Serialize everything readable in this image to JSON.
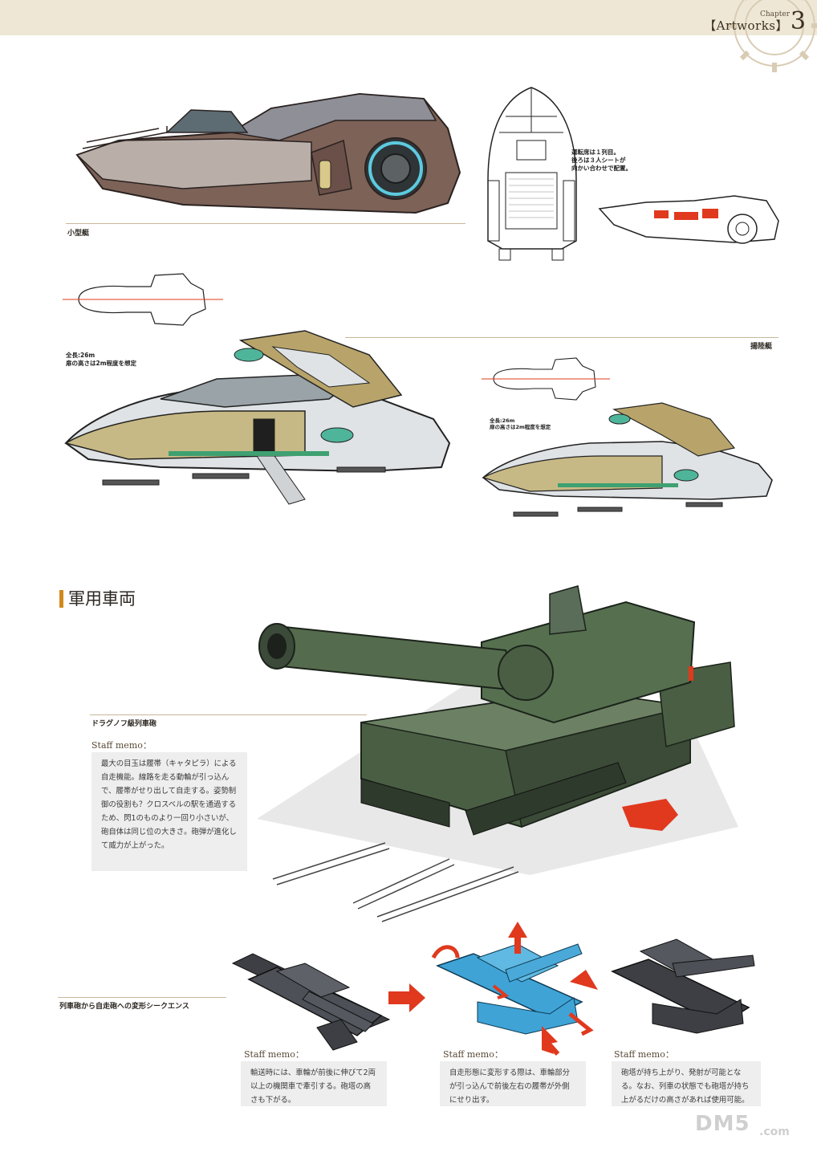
{
  "header": {
    "chapter_small": "Chapter",
    "chapter_label": "【Artworks】",
    "chapter_number": "3"
  },
  "captions": {
    "small_boat": "小型艇",
    "landing_craft": "揚陸艇",
    "dragunov": "ドラグノフ級列車砲",
    "transform_sequence": "列車砲から自走砲への変形シークエンス"
  },
  "notes": {
    "boat_seats": "運転席は１列目。\n後ろは３人シートが\n向かい合わせで配置。",
    "landing_dims_large": "全長:26m\n扉の高さは2m程度を想定",
    "landing_dims_small": "全長:26m\n扉の高さは2m程度を想定"
  },
  "section": {
    "title": "軍用車両"
  },
  "memos": {
    "main": {
      "title": "Staff memo：",
      "text": "最大の目玉は履帯（キャタピラ）による自走機能。線路を走る動輪が引っ込んで、履帯がせり出して自走する。姿勢制御の役割も？クロスベルの駅を通過するため、閃1のものより一回り小さいが、砲自体は同じ位の大きさ。砲弾が進化して威力が上がった。"
    },
    "step1": {
      "title": "Staff memo：",
      "text": "輸送時には、車輪が前後に伸びて2両以上の機関車で牽引する。砲塔の高さも下がる。"
    },
    "step2": {
      "title": "Staff memo：",
      "text": "自走形態に変形する際は、車輪部分が引っ込んで前後左右の履帯が外側にせり出す。"
    },
    "step3": {
      "title": "Staff memo：",
      "text": "砲塔が持ち上がり、発射が可能となる。なお、列車の状態でも砲塔が持ち上がるだけの高さがあれば使用可能。"
    }
  },
  "watermark": {
    "text": "DM5",
    "suffix": ".com"
  },
  "colors": {
    "header_bg": "#efe7d6",
    "accent_orange": "#d08a1a",
    "arrow_red": "#e0391e",
    "tank_green": "#4a5e44",
    "ship_gold": "#b8a46a",
    "boat_brown": "#7d6258",
    "highlight_blue": "#3fa3d6"
  }
}
